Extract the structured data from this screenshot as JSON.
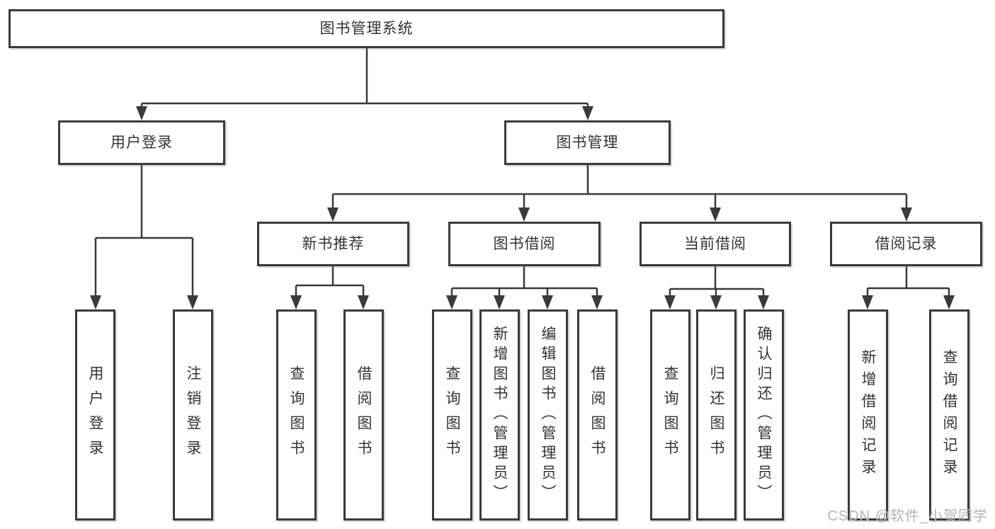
{
  "diagram": {
    "root": "图书管理系统",
    "level2": {
      "user_login": "用户登录",
      "book_mgmt": "图书管理"
    },
    "level3": {
      "new_book": "新书推荐",
      "book_borrow": "图书借阅",
      "current_borrow": "当前借阅",
      "borrow_records": "借阅记录"
    },
    "leaves": {
      "user_login_child_1": "用户登录",
      "user_login_child_2": "注销登录",
      "new_book_child_1": "查询图书",
      "new_book_child_2": "借阅图书",
      "book_borrow_child_1": "查询图书",
      "book_borrow_child_2": "新增图书（管理员）",
      "book_borrow_child_3": "编辑图书（管理员）",
      "book_borrow_child_4": "借阅图书",
      "current_borrow_child_1": "查询图书",
      "current_borrow_child_2": "归还图书",
      "current_borrow_child_3": "确认归还（管理员）",
      "borrow_records_child_1": "新增借阅记录",
      "borrow_records_child_2": "查询借阅记录"
    }
  },
  "watermark": {
    "text": "CSDN @软件_小贺同学"
  },
  "colors": {
    "line": "#3a3a3a",
    "text": "#333333",
    "background": "#ffffff",
    "watermark": "#b4b4b4"
  }
}
